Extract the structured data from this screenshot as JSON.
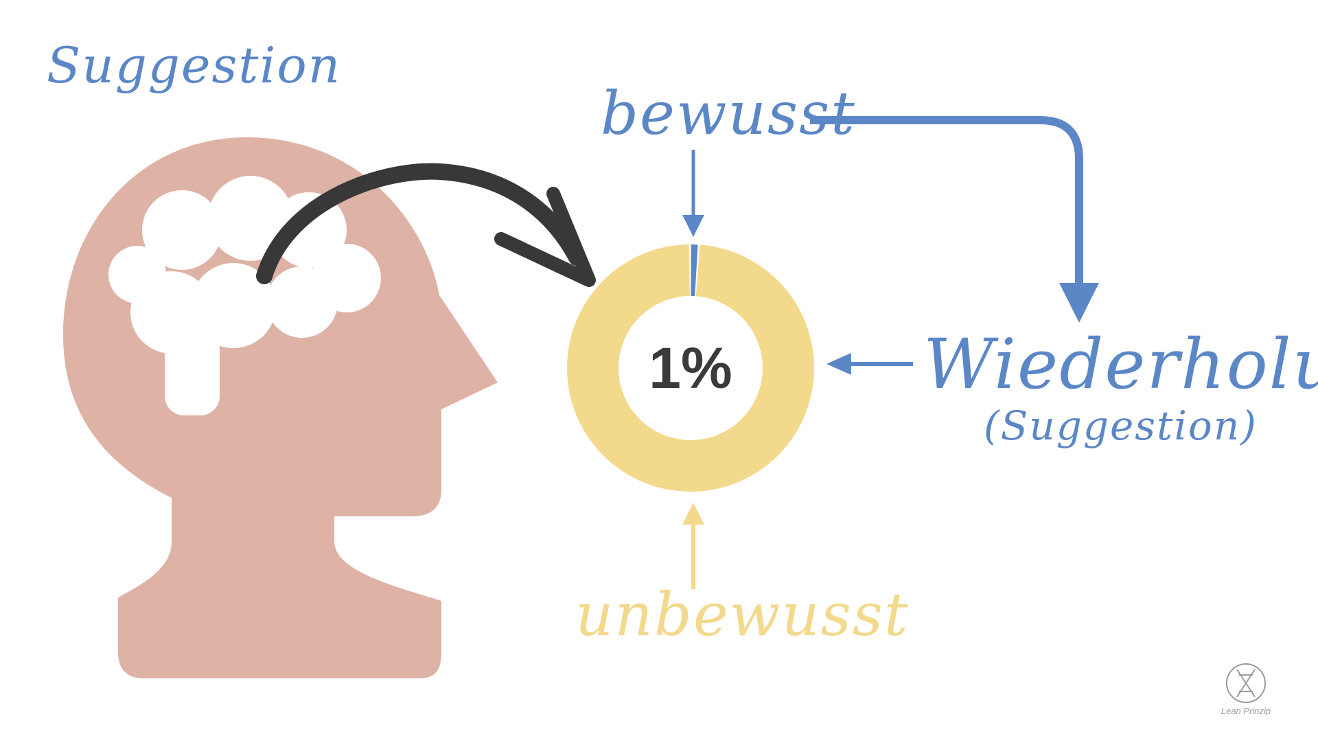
{
  "title": "Suggestion",
  "labels": {
    "conscious": "bewusst",
    "unconscious": "unbewusst",
    "repetition": "Wiederholung",
    "repetition_sub": "(Suggestion)"
  },
  "donut": {
    "center_text": "1%",
    "conscious_fraction": 0.01,
    "unconscious_fraction": 0.99
  },
  "logo": {
    "text": "Lean Prinzip"
  },
  "colors": {
    "blue": "#5B87C7",
    "yellow": "#F3D98C",
    "head": "#DFB2A6",
    "arrow_dark": "#383838",
    "background": "#FFFFFF"
  },
  "icons": {
    "head": "head-with-cloud-brain-icon",
    "logo": "dna-hourglass-icon"
  }
}
